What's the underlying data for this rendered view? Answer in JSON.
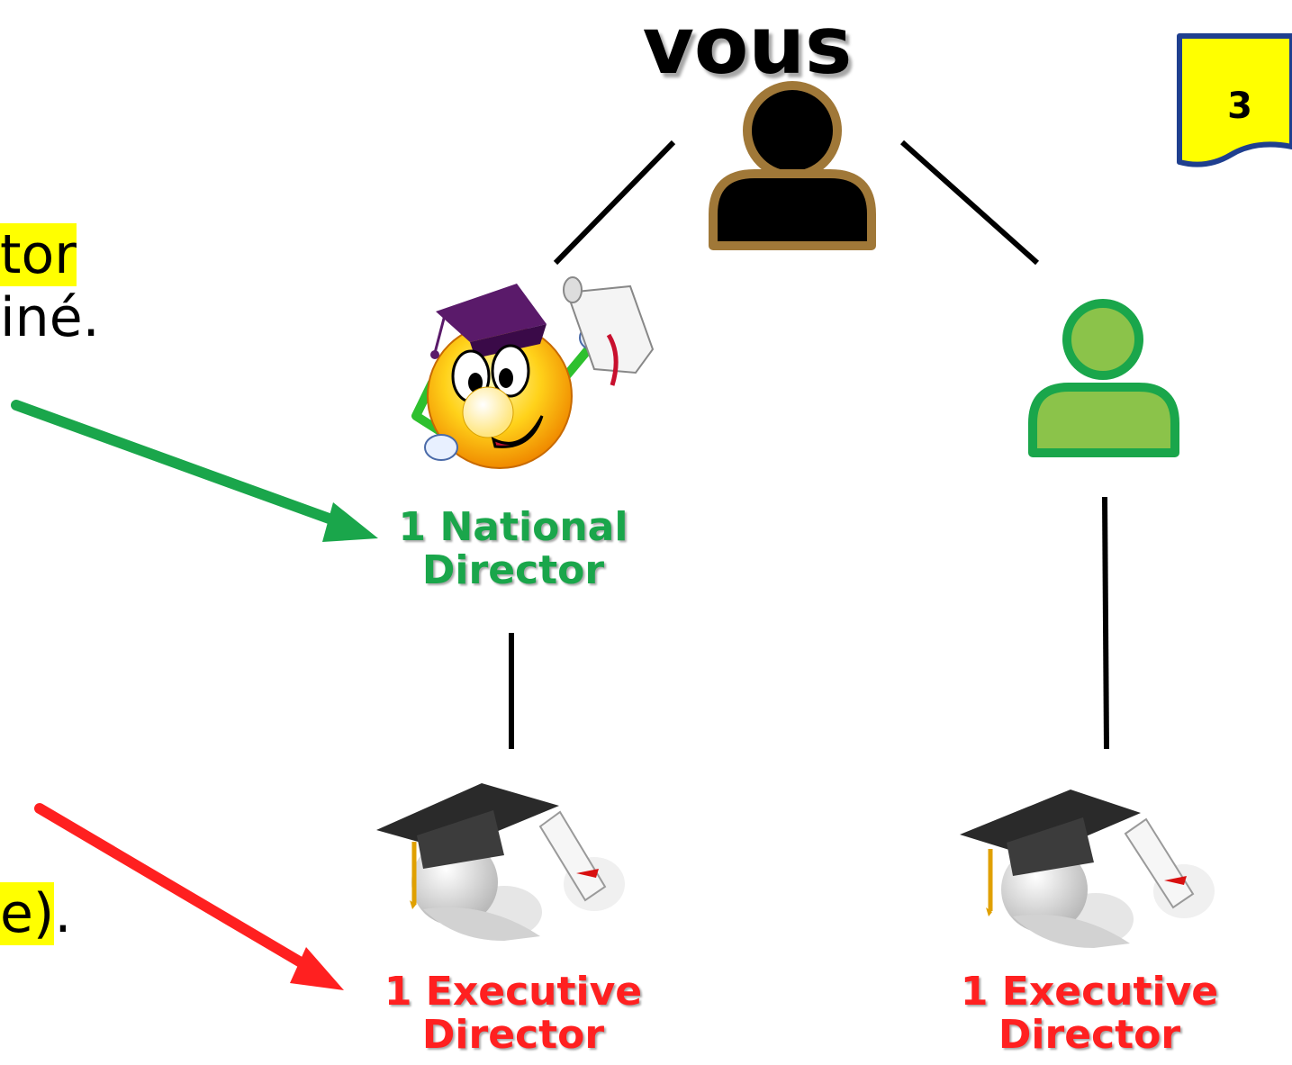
{
  "title": "vous",
  "badge": {
    "number": "3"
  },
  "left_text": {
    "line1": "tor",
    "line2": "iné.",
    "line3_highlight": "e)",
    "line3_tail": "."
  },
  "nodes": {
    "national": {
      "line1": "1 National",
      "line2": "Director"
    },
    "exec_left": {
      "line1": "1 Executive",
      "line2": "Director"
    },
    "exec_right": {
      "line1": "1 Executive",
      "line2": "Director"
    }
  },
  "colors": {
    "green": "#1aa64b",
    "red": "#ff2020",
    "highlight": "#ffff00",
    "you_border": "#a07838",
    "member_green": "#8bc34a"
  },
  "icons": [
    "person-icon",
    "smiley-graduate-icon",
    "graduate-figure-icon",
    "document-badge-icon"
  ]
}
